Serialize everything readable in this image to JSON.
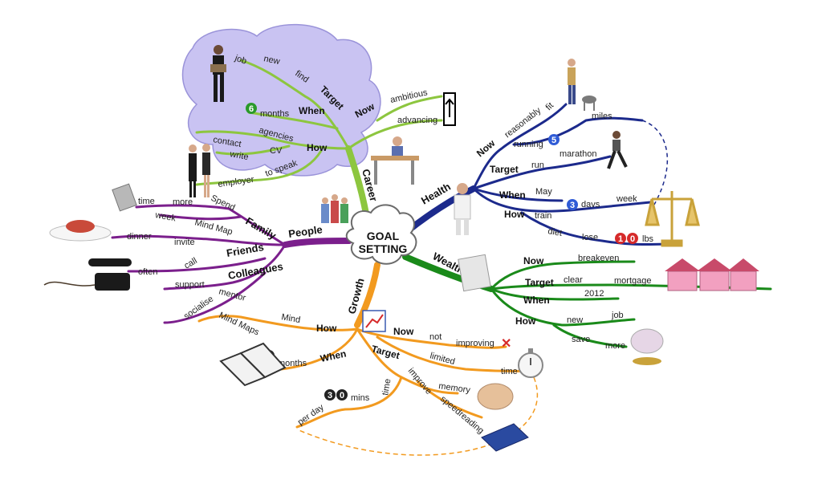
{
  "center": {
    "line1": "GOAL",
    "line2": "SETTING"
  },
  "branches": {
    "career": {
      "label": "Career",
      "color": "#8dc63f",
      "now": "Now",
      "ambitious": "ambitious",
      "advancing": "advancing",
      "target": "Target",
      "find": "find",
      "new": "new",
      "job": "job",
      "when": "When",
      "months": "months",
      "months_num": "6",
      "how": "How",
      "agencies": "agencies",
      "contact": "contact",
      "cv": "CV",
      "write": "write",
      "to_speak": "to speak",
      "employer": "employer"
    },
    "health": {
      "label": "Health",
      "color": "#1c2a8c",
      "now": "Now",
      "fit": "fit",
      "reasonably": "reasonably",
      "running": "running",
      "running_num": "5",
      "miles": "miles",
      "target": "Target",
      "run": "run",
      "marathon": "marathon",
      "when": "When",
      "may": "May",
      "how": "How",
      "train": "train",
      "days": "davs",
      "days_num": "3",
      "week": "week",
      "diet": "diet",
      "lose": "lose",
      "lose_num_1": "1",
      "lose_num_2": "0",
      "lbs": "lbs"
    },
    "wealth": {
      "label": "Wealth",
      "color": "#1a8a1a",
      "now": "Now",
      "breakeven": "breakeven",
      "target": "Target",
      "clear": "clear",
      "mortgage": "mortgage",
      "when": "When",
      "year": "2012",
      "how": "How",
      "new": "new",
      "job": "job",
      "save": "save",
      "more": "more"
    },
    "growth": {
      "label": "Growth",
      "color": "#f29a1f",
      "how": "How",
      "mind": "Mind",
      "mind_maps": "Mind Maps",
      "now": "Now",
      "not": "not",
      "improving": "improving",
      "limited": "limited",
      "time": "time",
      "when": "When",
      "months": "months",
      "months_num": "6",
      "target": "Target",
      "improve": "improve",
      "memory": "memory",
      "speedreading": "speedreading",
      "time2": "time",
      "mins": "mins",
      "mins_num_1": "3",
      "mins_num_2": "0",
      "per_day": "per day"
    },
    "people": {
      "label": "People",
      "color": "#7b1f8c",
      "family": "Family",
      "spend": "Spend",
      "more": "more",
      "time": "time",
      "mind_map": "Mind Map",
      "week": "week",
      "friends": "Friends",
      "invite": "invite",
      "dinner": "dinner",
      "call": "call",
      "often": "often",
      "colleagues": "Colleagues",
      "support": "support",
      "mentor": "mentor",
      "socialise": "socialise"
    }
  }
}
